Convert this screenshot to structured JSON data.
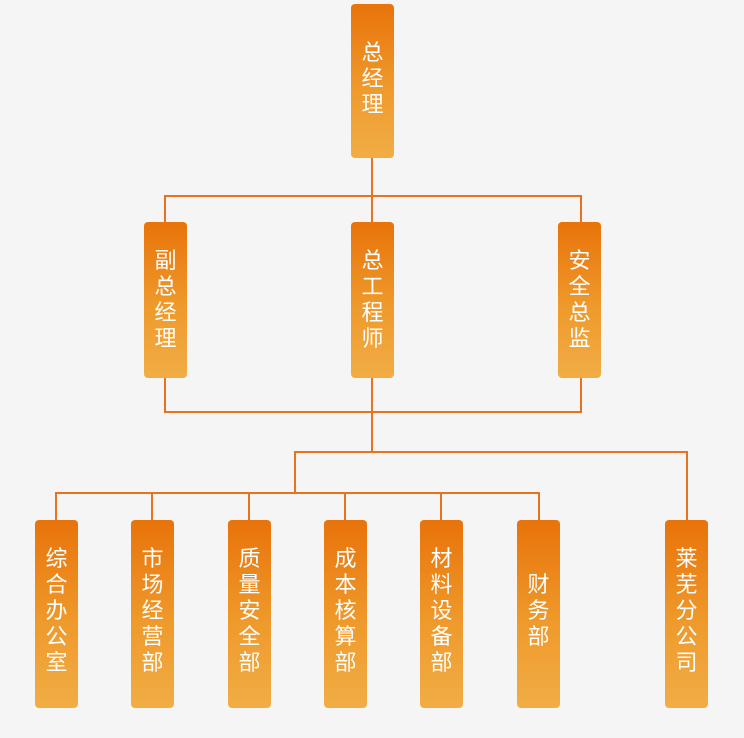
{
  "colors": {
    "background": "#f5f5f5",
    "connector": "#e8731f",
    "node_top": "#e8730a",
    "node_bottom": "#f1ad45",
    "node_text": "#ffffff"
  },
  "org": {
    "general_manager": "总经理",
    "deputy_general_manager": "副总经理",
    "chief_engineer": "总工程师",
    "safety_director": "安全总监",
    "departments": {
      "office": "综合办公室",
      "marketing": "市场经营部",
      "quality_safety": "质量安全部",
      "cost_accounting": "成本核算部",
      "materials_equipment": "材料设备部",
      "finance": "财务部"
    },
    "branch": "莱芜分公司"
  }
}
